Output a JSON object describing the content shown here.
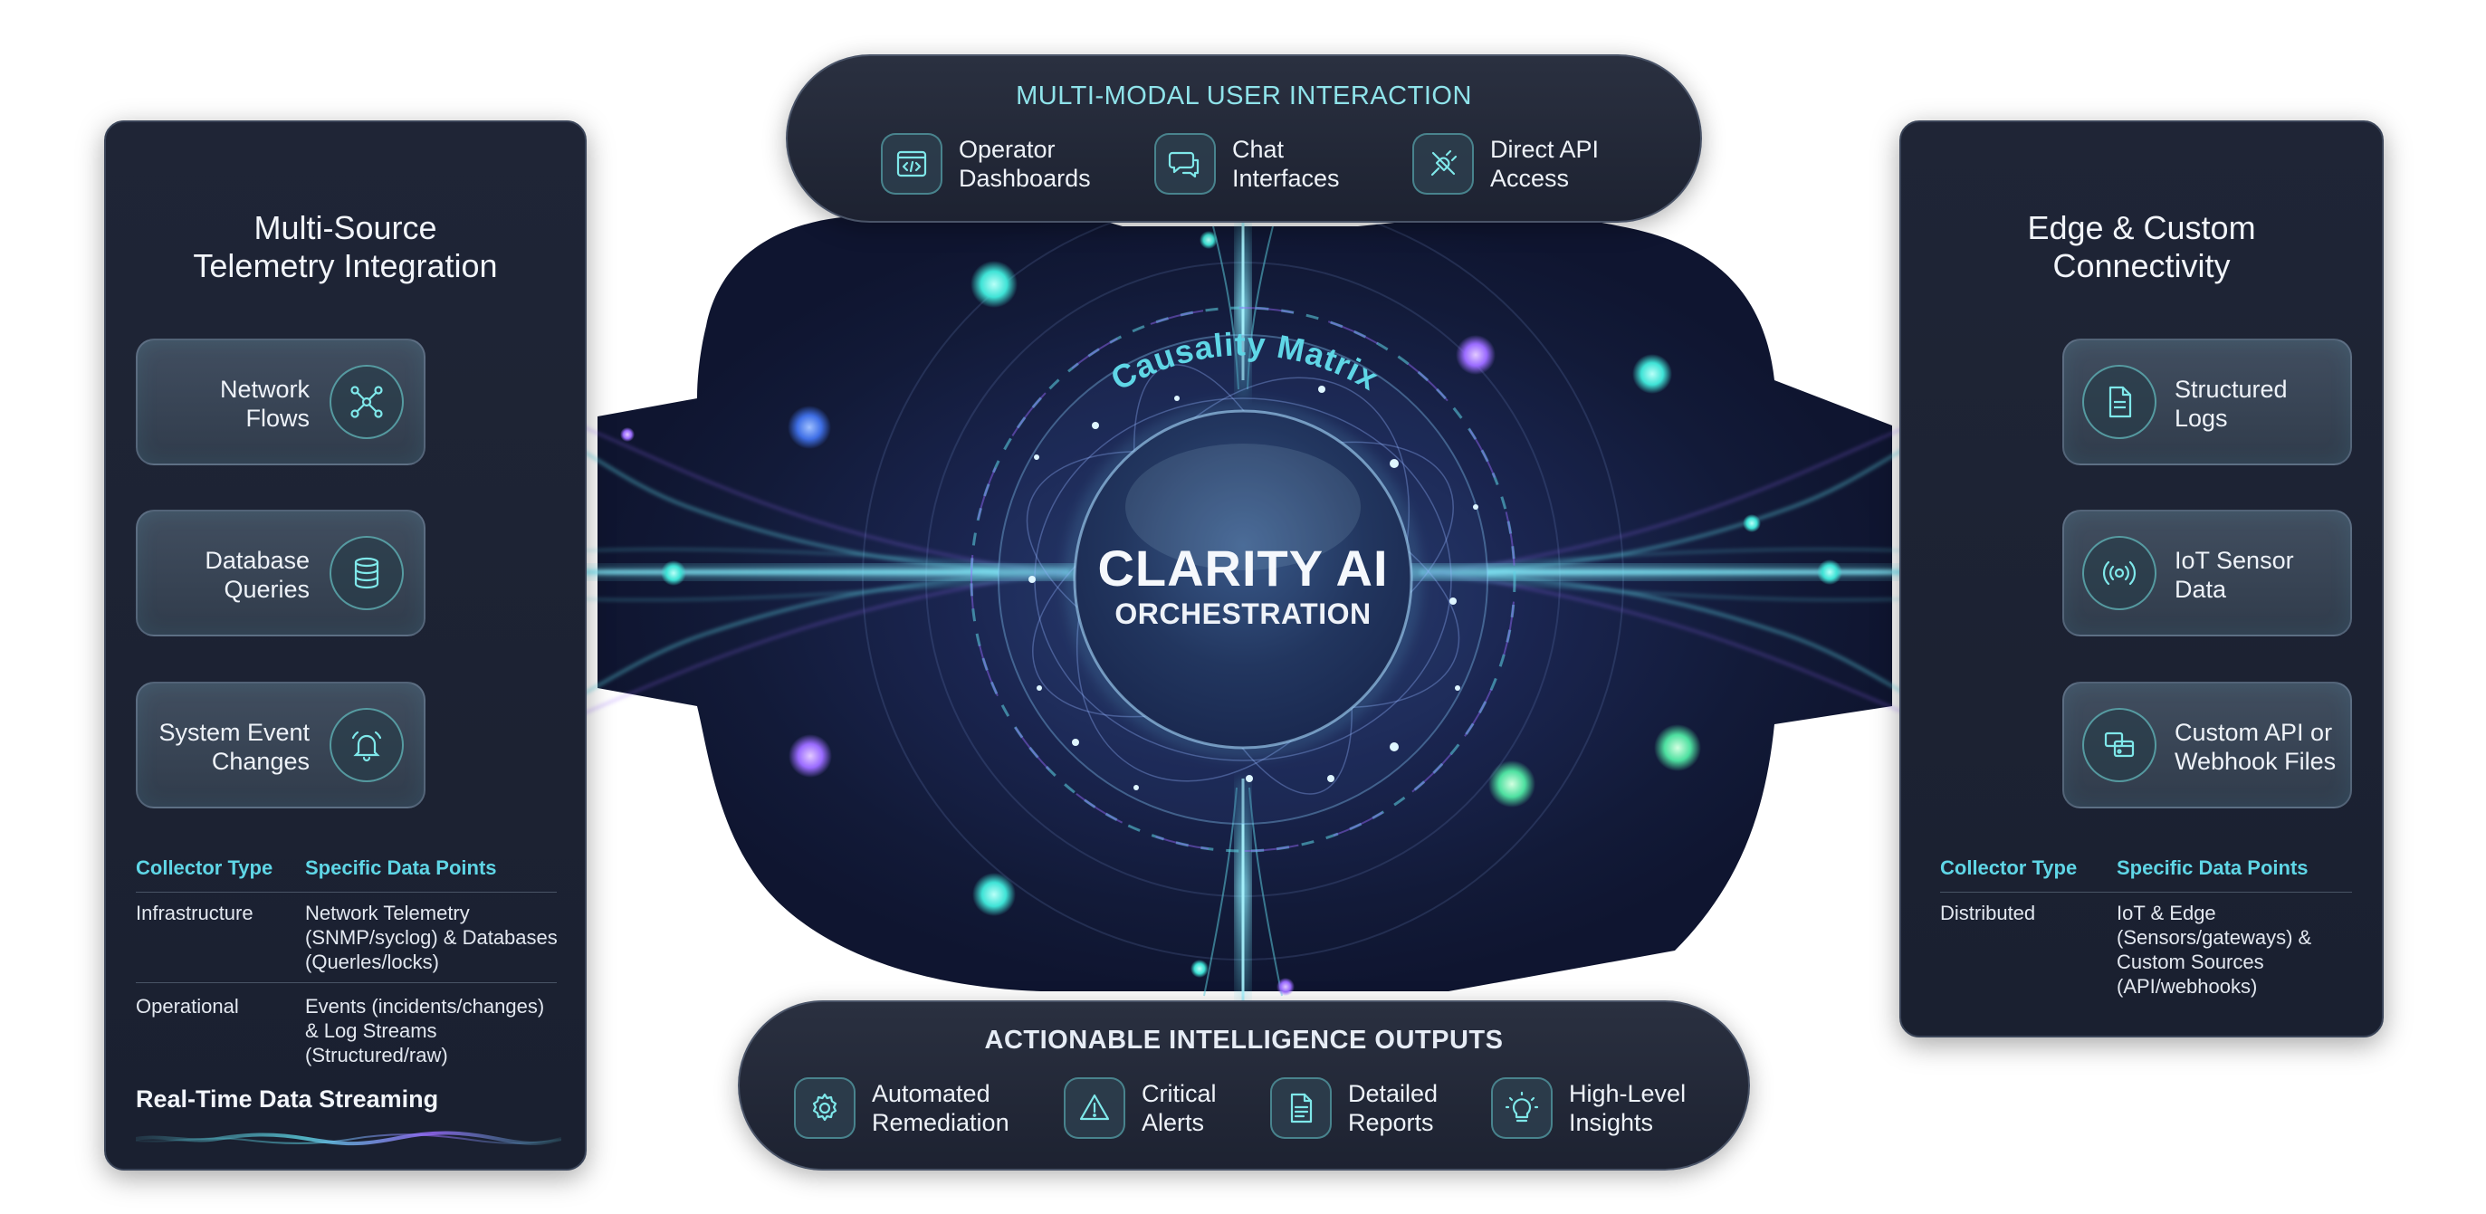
{
  "core": {
    "title": "CLARITY AI",
    "subtitle": "ORCHESTRATION",
    "ring_label": "Causality Matrix"
  },
  "top": {
    "title": "MULTI-MODAL USER INTERACTION",
    "items": [
      {
        "icon": "code-window-icon",
        "line1": "Operator",
        "line2": "Dashboards"
      },
      {
        "icon": "chat-bubbles-icon",
        "line1": "Chat",
        "line2": "Interfaces"
      },
      {
        "icon": "plug-icon",
        "line1": "Direct API",
        "line2": "Access"
      }
    ]
  },
  "bottom": {
    "title": "ACTIONABLE INTELLIGENCE OUTPUTS",
    "items": [
      {
        "icon": "gear-icon",
        "line1": "Automated",
        "line2": "Remediation"
      },
      {
        "icon": "warning-triangle-icon",
        "line1": "Critical",
        "line2": "Alerts"
      },
      {
        "icon": "document-icon",
        "line1": "Detailed",
        "line2": "Reports"
      },
      {
        "icon": "lightbulb-icon",
        "line1": "High-Level",
        "line2": "Insights"
      }
    ]
  },
  "left": {
    "title_line1": "Multi-Source",
    "title_line2": "Telemetry Integration",
    "cards": [
      {
        "icon": "network-nodes-icon",
        "line1": "Network",
        "line2": "Flows"
      },
      {
        "icon": "database-icon",
        "line1": "Database",
        "line2": "Queries"
      },
      {
        "icon": "bell-icon",
        "line1": "System Event",
        "line2": "Changes"
      }
    ],
    "table": {
      "headers": [
        "Collector Type",
        "Specific Data Points"
      ],
      "rows": [
        {
          "type": "Infrastructure",
          "points": [
            "Network Telemetry",
            "(SNMP/syclog) & Databases",
            "(Querles/locks)"
          ]
        },
        {
          "type": "Operational",
          "points": [
            "Events (incidents/changes)",
            "& Log Streams",
            "(Structured/raw)"
          ]
        }
      ]
    },
    "stream_label": "Real-Time Data Streaming"
  },
  "right": {
    "title_line1": "Edge & Custom",
    "title_line2": "Connectivity",
    "cards": [
      {
        "icon": "file-icon",
        "line1": "Structured",
        "line2": "Logs"
      },
      {
        "icon": "sensor-signal-icon",
        "line1": "IoT Sensor",
        "line2": "Data"
      },
      {
        "icon": "webhook-windows-icon",
        "line1": "Custom API or",
        "line2": "Webhook Files"
      }
    ],
    "table": {
      "headers": [
        "Collector Type",
        "Specific Data Points"
      ],
      "rows": [
        {
          "type": "Distributed",
          "points": [
            "IoT & Edge",
            "(Sensors/gateways) &",
            "Custom Sources",
            "(API/webhooks)"
          ]
        }
      ]
    }
  },
  "colors": {
    "accent_cyan": "#5fd6e6",
    "accent_purple": "#9a6bff",
    "panel_bg": "#1d2333",
    "core_bg": "#1b2c52"
  }
}
